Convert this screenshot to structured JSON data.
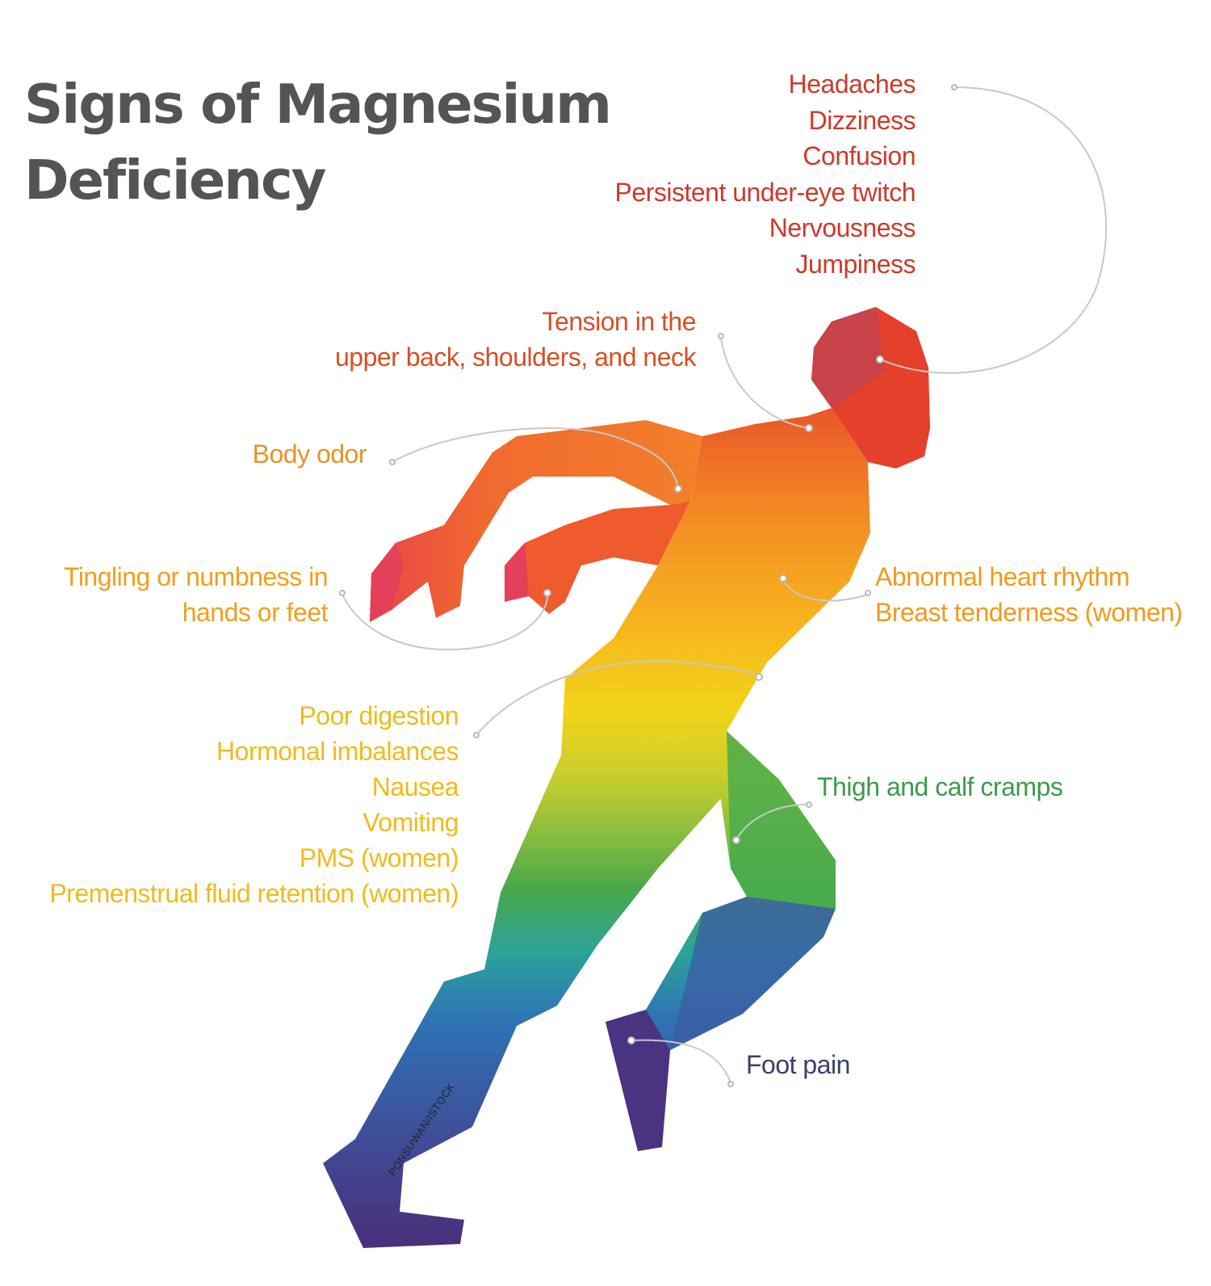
{
  "title": {
    "line1": "Signs of Magnesium",
    "line2": "Deficiency"
  },
  "colors": {
    "title": "#545454",
    "head_symptoms": "#cc3a2c",
    "tension": "#d84e25",
    "body_odor": "#e8922a",
    "tingling": "#efa01f",
    "heart": "#f09a1d",
    "digestion": "#f0bb1a",
    "thigh": "#3c9b4b",
    "foot": "#3a3f6e",
    "leader_lines": "#c8c8c8"
  },
  "figure": {
    "description_icon": "runner-silhouette",
    "gradient": [
      "#e0323a",
      "#e8532a",
      "#f38a24",
      "#f7b51d",
      "#f2d31a",
      "#8cbe3e",
      "#4aa84a",
      "#2aa39a",
      "#2f73b5",
      "#3f4f9a",
      "#4a2f7a"
    ]
  },
  "symptoms": {
    "head": [
      "Headaches",
      "Dizziness",
      "Confusion",
      "Persistent under-eye twitch",
      "Nervousness",
      "Jumpiness"
    ],
    "tension": [
      "Tension in the",
      "upper back, shoulders, and neck"
    ],
    "body_odor": [
      "Body odor"
    ],
    "tingling": [
      "Tingling or numbness in",
      "hands or feet"
    ],
    "heart": [
      "Abnormal heart rhythm",
      "Breast tenderness (women)"
    ],
    "digestion": [
      "Poor digestion",
      "Hormonal imbalances",
      "Nausea",
      "Vomiting",
      "PMS (women)",
      "Premenstrual fluid retention (women)"
    ],
    "thigh": [
      "Thigh and calf cramps"
    ],
    "foot": [
      "Foot pain"
    ]
  },
  "credit": "PONSUWAN/ISTOCK"
}
